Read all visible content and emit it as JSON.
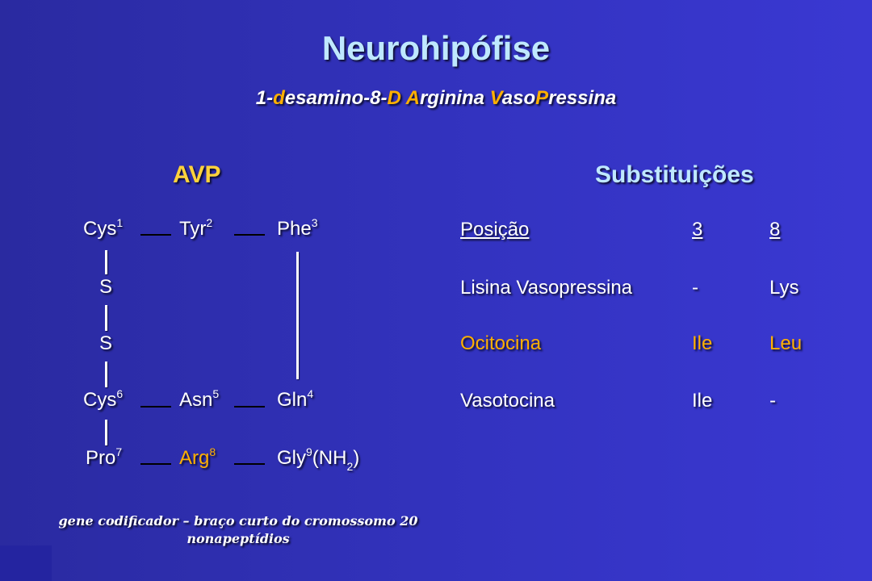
{
  "slide": {
    "title": "Neurohipófise",
    "subtitle_parts": [
      "1-",
      "d",
      "esamino-8-",
      "D",
      " ",
      "A",
      "rginina ",
      "V",
      "aso",
      "P",
      "ressina"
    ]
  },
  "avp": {
    "heading": "AVP",
    "residues": {
      "cys1": {
        "name": "Cys",
        "num": "1"
      },
      "tyr2": {
        "name": "Tyr",
        "num": "2"
      },
      "phe3": {
        "name": "Phe",
        "num": "3"
      },
      "s_top": "S",
      "s_bottom": "S",
      "cys6": {
        "name": "Cys",
        "num": "6"
      },
      "asn5": {
        "name": "Asn",
        "num": "5"
      },
      "gln4": {
        "name": "Gln",
        "num": "4"
      },
      "pro7": {
        "name": "Pro",
        "num": "7"
      },
      "arg8": {
        "name": "Arg",
        "num": "8"
      },
      "gly9": {
        "name": "Gly",
        "num": "9",
        "suffix_open": "(NH",
        "suffix_sub": "2",
        "suffix_close": ")"
      }
    }
  },
  "substituicoes": {
    "heading": "Substituições",
    "header": [
      "Posição",
      "3",
      "8"
    ],
    "rows": [
      {
        "name": "Lisina Vasopressina",
        "pos3": "-",
        "pos8": "Lys"
      },
      {
        "name": "Ocitocina",
        "pos3": "Ile",
        "pos8": "Leu"
      },
      {
        "name": "Vasotocina",
        "pos3": "Ile",
        "pos8": "-"
      }
    ]
  },
  "footer": {
    "line1": "gene codificador – braço curto do cromossomo 20",
    "line2": "nonapeptídios"
  },
  "colors": {
    "background": "#3333c0",
    "title": "#bfe8ff",
    "highlight": "#ffb000",
    "heading_avp": "#ffd23c"
  }
}
